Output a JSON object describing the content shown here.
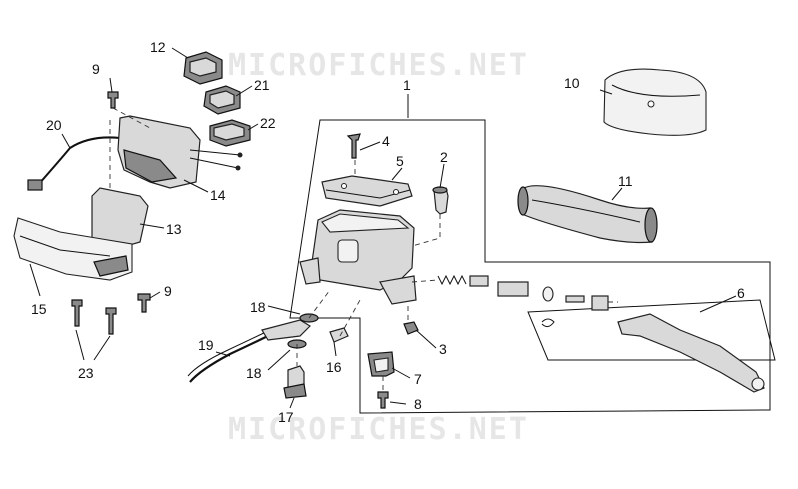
{
  "watermark": {
    "top_text": "MICROFICHES.NET",
    "bottom_text": "MICROFICHES.NET"
  },
  "callouts": {
    "c1": "1",
    "c2": "2",
    "c3": "3",
    "c4": "4",
    "c5": "5",
    "c6": "6",
    "c7": "7",
    "c8": "8",
    "c9_top": "9",
    "c9_bottom": "9",
    "c10": "10",
    "c11": "11",
    "c12": "12",
    "c13": "13",
    "c14": "14",
    "c15": "15",
    "c16": "16",
    "c17": "17",
    "c18_top": "18",
    "c18_bottom": "18",
    "c19": "19",
    "c20": "20",
    "c21": "21",
    "c22": "22",
    "c23": "23"
  }
}
